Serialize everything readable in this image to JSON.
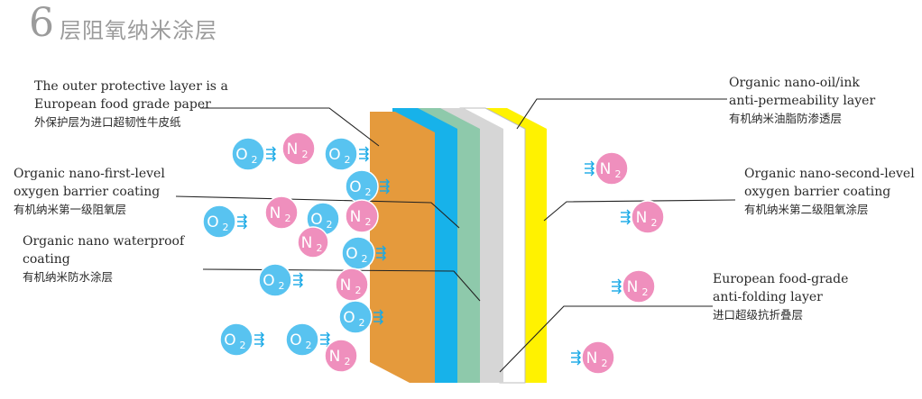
{
  "title": {
    "number": "6",
    "text": "层阻氧纳米涂层"
  },
  "labels": {
    "outer": {
      "en1": "The outer protective layer is a",
      "en2": "European food grade paper",
      "zh": "外保护层为进口超韧性牛皮纸"
    },
    "first": {
      "en1": "Organic nano-first-level",
      "en2": "oxygen barrier coating",
      "zh": "有机纳米第一级阻氧层"
    },
    "waterproof": {
      "en1": "Organic nano waterproof",
      "en2": "coating",
      "zh": "有机纳米防水涂层"
    },
    "oil": {
      "en1": "Organic nano-oil/ink",
      "en2": "anti-permeability layer",
      "zh": "有机纳米油脂防渗透层"
    },
    "second": {
      "en1": "Organic nano-second-level",
      "en2": "oxygen barrier coating",
      "zh": "有机纳米第二级阻氧涂层"
    },
    "folding": {
      "en1": "European food-grade",
      "en2": "anti-folding layer",
      "zh": "进口超级抗折叠层"
    }
  },
  "molecules": {
    "o2": {
      "main": "O",
      "sub": "2"
    },
    "n2": {
      "main": "N",
      "sub": "2"
    }
  },
  "colors": {
    "layer_orange": "#e59a3c",
    "layer_blue": "#17b2ea",
    "layer_green": "#8ec9ab",
    "layer_gray": "#d6d6d6",
    "layer_white": "#ffffff",
    "layer_yellow": "#fff200",
    "o2": "#58c3f0",
    "n2": "#ef8fbd",
    "arrows": "#18a9e6"
  }
}
